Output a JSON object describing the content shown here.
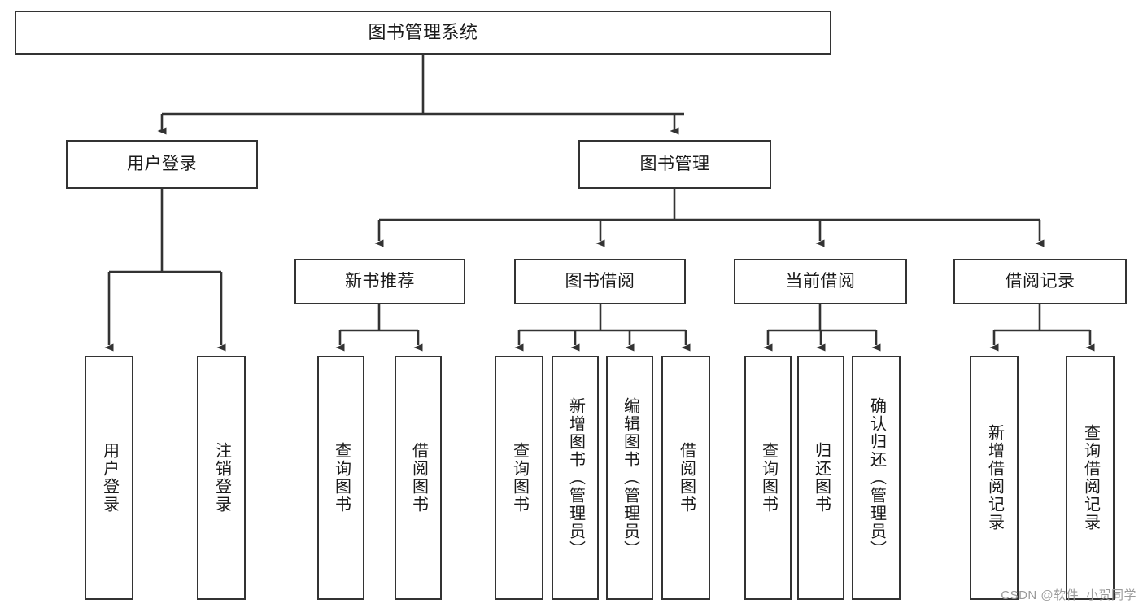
{
  "diagram": {
    "type": "tree",
    "title": "图书管理系统",
    "orientation": "top-down",
    "colors": {
      "box_stroke": "#333333",
      "box_fill": "#ffffff",
      "edge_stroke": "#333333",
      "text": "#1a1a1a",
      "watermark": "#9a9a9a"
    },
    "nodes": {
      "root": {
        "label": "图书管理系统"
      },
      "level2": [
        {
          "label": "用户登录"
        },
        {
          "label": "图书管理"
        }
      ],
      "level3": [
        {
          "label": "新书推荐"
        },
        {
          "label": "图书借阅"
        },
        {
          "label": "当前借阅"
        },
        {
          "label": "借阅记录"
        }
      ],
      "leaves": {
        "user_login": [
          {
            "label": "用户登录"
          },
          {
            "label": "注销登录"
          }
        ],
        "new_book_recommend": [
          {
            "label": "查询图书"
          },
          {
            "label": "借阅图书"
          }
        ],
        "book_borrow": [
          {
            "label": "查询图书"
          },
          {
            "label": "新增图书（管理员）"
          },
          {
            "label": "编辑图书（管理员）"
          },
          {
            "label": "借阅图书"
          }
        ],
        "current_borrow": [
          {
            "label": "查询图书"
          },
          {
            "label": "归还图书"
          },
          {
            "label": "确认归还（管理员）"
          }
        ],
        "borrow_record": [
          {
            "label": "新增借阅记录"
          },
          {
            "label": "查询借阅记录"
          }
        ]
      }
    },
    "watermark": "CSDN @软件_小贺同学"
  }
}
